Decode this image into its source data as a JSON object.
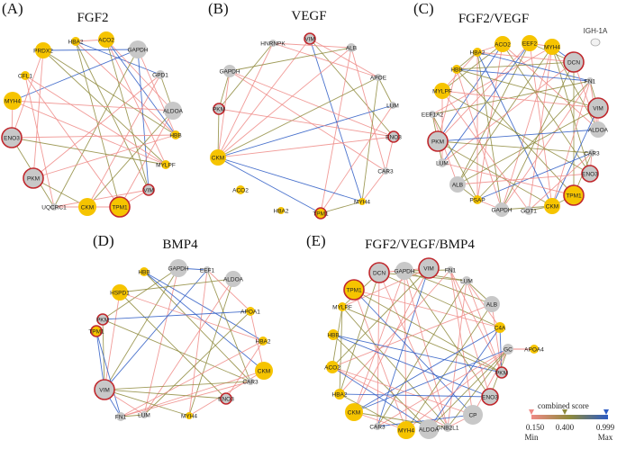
{
  "panels": [
    {
      "label": "(A)",
      "title": "FGF2",
      "nodes": [
        {
          "name": "HBA2",
          "color": "y",
          "border": false,
          "r": 5
        },
        {
          "name": "ACO2",
          "color": "y",
          "border": false,
          "r": 9
        },
        {
          "name": "GAPDH",
          "color": "g",
          "border": false,
          "r": 10
        },
        {
          "name": "PRDX2",
          "color": "y",
          "border": false,
          "r": 9
        },
        {
          "name": "GPD1",
          "color": "g",
          "border": false,
          "r": 5
        },
        {
          "name": "CFL1",
          "color": "y",
          "border": false,
          "r": 5
        },
        {
          "name": "ALDOA",
          "color": "g",
          "border": false,
          "r": 10
        },
        {
          "name": "MYH4",
          "color": "y",
          "border": false,
          "r": 10
        },
        {
          "name": "HBB",
          "color": "y",
          "border": false,
          "r": 5
        },
        {
          "name": "ENO3",
          "color": "g",
          "border": true,
          "r": 11
        },
        {
          "name": "MYLPF",
          "color": "y",
          "border": false,
          "r": 5
        },
        {
          "name": "PKM",
          "color": "g",
          "border": true,
          "r": 11
        },
        {
          "name": "VIM",
          "color": "g",
          "border": true,
          "r": 6
        },
        {
          "name": "UQCRC1",
          "color": "g",
          "border": false,
          "r": 4
        },
        {
          "name": "CKM",
          "color": "y",
          "border": false,
          "r": 10
        },
        {
          "name": "TPM1",
          "color": "y",
          "border": true,
          "r": 11
        }
      ]
    },
    {
      "label": "(B)",
      "title": "VEGF",
      "nodes": [
        {
          "name": "VIM",
          "color": "g",
          "border": true,
          "r": 6
        },
        {
          "name": "HNRNPK",
          "color": "g",
          "border": false,
          "r": 4
        },
        {
          "name": "ALB",
          "color": "g",
          "border": false,
          "r": 5
        },
        {
          "name": "GAPDH",
          "color": "g",
          "border": false,
          "r": 7
        },
        {
          "name": "APOE",
          "color": "g",
          "border": false,
          "r": 4
        },
        {
          "name": "LUM",
          "color": "g",
          "border": false,
          "r": 4
        },
        {
          "name": "PKM",
          "color": "g",
          "border": true,
          "r": 6
        },
        {
          "name": "ENO3",
          "color": "g",
          "border": true,
          "r": 6
        },
        {
          "name": "CKM",
          "color": "y",
          "border": false,
          "r": 9
        },
        {
          "name": "CAR3",
          "color": "g",
          "border": false,
          "r": 4
        },
        {
          "name": "ACO2",
          "color": "y",
          "border": false,
          "r": 5
        },
        {
          "name": "MYH4",
          "color": "y",
          "border": false,
          "r": 4
        },
        {
          "name": "HBA2",
          "color": "y",
          "border": false,
          "r": 4
        },
        {
          "name": "TPM1",
          "color": "y",
          "border": true,
          "r": 6
        }
      ]
    },
    {
      "label": "(C)",
      "title": "FGF2/VEGF",
      "nodes": [
        {
          "name": "ACO2",
          "color": "y",
          "border": false,
          "r": 9
        },
        {
          "name": "EEF2",
          "color": "y",
          "border": false,
          "r": 9
        },
        {
          "name": "MYH4",
          "color": "y",
          "border": false,
          "r": 9
        },
        {
          "name": "HBA2",
          "color": "y",
          "border": false,
          "r": 5
        },
        {
          "name": "DCN",
          "color": "g",
          "border": true,
          "r": 11
        },
        {
          "name": "HBB",
          "color": "y",
          "border": false,
          "r": 5
        },
        {
          "name": "FN1",
          "color": "g",
          "border": false,
          "r": 4
        },
        {
          "name": "MYLPF",
          "color": "y",
          "border": false,
          "r": 9
        },
        {
          "name": "VIM",
          "color": "g",
          "border": true,
          "r": 11
        },
        {
          "name": "EEF1A2",
          "color": "g",
          "border": false,
          "r": 4
        },
        {
          "name": "ALDOA",
          "color": "g",
          "border": false,
          "r": 9
        },
        {
          "name": "PKM",
          "color": "g",
          "border": true,
          "r": 11
        },
        {
          "name": "CAR3",
          "color": "g",
          "border": false,
          "r": 4
        },
        {
          "name": "LUM",
          "color": "g",
          "border": false,
          "r": 5
        },
        {
          "name": "ENO3",
          "color": "g",
          "border": true,
          "r": 9
        },
        {
          "name": "ALB",
          "color": "g",
          "border": false,
          "r": 9
        },
        {
          "name": "TPM1",
          "color": "y",
          "border": true,
          "r": 11
        },
        {
          "name": "CKM",
          "color": "y",
          "border": false,
          "r": 9
        },
        {
          "name": "PSAP",
          "color": "y",
          "border": false,
          "r": 5
        },
        {
          "name": "GAPDH",
          "color": "g",
          "border": false,
          "r": 8
        },
        {
          "name": "GOT1",
          "color": "g",
          "border": false,
          "r": 5
        }
      ],
      "extra_label": "IGH-1A"
    },
    {
      "label": "(D)",
      "title": "BMP4",
      "nodes": [
        {
          "name": "GAPDH",
          "color": "g",
          "border": false,
          "r": 10
        },
        {
          "name": "HBB",
          "color": "y",
          "border": false,
          "r": 5
        },
        {
          "name": "EEF1",
          "color": "g",
          "border": false,
          "r": 4
        },
        {
          "name": "ALDOA",
          "color": "g",
          "border": false,
          "r": 9
        },
        {
          "name": "HSPD1",
          "color": "y",
          "border": false,
          "r": 9
        },
        {
          "name": "APOA1",
          "color": "y",
          "border": false,
          "r": 5
        },
        {
          "name": "PKM",
          "color": "g",
          "border": true,
          "r": 6
        },
        {
          "name": "HBA2",
          "color": "y",
          "border": false,
          "r": 5
        },
        {
          "name": "TPM1",
          "color": "y",
          "border": true,
          "r": 6
        },
        {
          "name": "CKM",
          "color": "y",
          "border": false,
          "r": 10
        },
        {
          "name": "VIM",
          "color": "g",
          "border": true,
          "r": 11
        },
        {
          "name": "CAR3",
          "color": "g",
          "border": false,
          "r": 4
        },
        {
          "name": "FN1",
          "color": "g",
          "border": false,
          "r": 5
        },
        {
          "name": "ENO3",
          "color": "g",
          "border": true,
          "r": 6
        },
        {
          "name": "LUM",
          "color": "g",
          "border": false,
          "r": 4
        },
        {
          "name": "MYH4",
          "color": "y",
          "border": false,
          "r": 4
        }
      ]
    },
    {
      "label": "(E)",
      "title": "FGF2/VEGF/BMP4",
      "nodes": [
        {
          "name": "DCN",
          "color": "g",
          "border": true,
          "r": 11
        },
        {
          "name": "GAPDH",
          "color": "g",
          "border": false,
          "r": 10
        },
        {
          "name": "VIM",
          "color": "g",
          "border": true,
          "r": 11
        },
        {
          "name": "FN1",
          "color": "g",
          "border": false,
          "r": 4
        },
        {
          "name": "TPM1",
          "color": "y",
          "border": true,
          "r": 11
        },
        {
          "name": "LUM",
          "color": "g",
          "border": false,
          "r": 5
        },
        {
          "name": "MYLPF",
          "color": "y",
          "border": false,
          "r": 5
        },
        {
          "name": "ALB",
          "color": "g",
          "border": false,
          "r": 9
        },
        {
          "name": "HBB",
          "color": "y",
          "border": false,
          "r": 6
        },
        {
          "name": "C4A",
          "color": "y",
          "border": false,
          "r": 6
        },
        {
          "name": "GC",
          "color": "g",
          "border": false,
          "r": 6
        },
        {
          "name": "ACO2",
          "color": "y",
          "border": false,
          "r": 7
        },
        {
          "name": "PKM",
          "color": "g",
          "border": true,
          "r": 6
        },
        {
          "name": "HBA2",
          "color": "y",
          "border": false,
          "r": 6
        },
        {
          "name": "ENO3",
          "color": "g",
          "border": true,
          "r": 9
        },
        {
          "name": "CP",
          "color": "g",
          "border": false,
          "r": 11
        },
        {
          "name": "CKM",
          "color": "y",
          "border": false,
          "r": 10
        },
        {
          "name": "CAR3",
          "color": "g",
          "border": false,
          "r": 4
        },
        {
          "name": "MYH4",
          "color": "y",
          "border": false,
          "r": 10
        },
        {
          "name": "ALDOA",
          "color": "g",
          "border": false,
          "r": 11
        },
        {
          "name": "GNB2L1",
          "color": "g",
          "border": false,
          "r": 5
        }
      ],
      "satellite": {
        "name": "APOA4",
        "color": "y",
        "r": 5
      }
    }
  ],
  "legend": {
    "title": "combined score",
    "values": [
      "0.150",
      "0.400",
      "0.999"
    ],
    "ends": [
      "Min",
      "Max"
    ]
  },
  "colors": {
    "yellow": "#f6c400",
    "gray": "#c8c8c8",
    "ring": "#c0282d",
    "edge_low": "#ef8a86",
    "edge_mid": "#8e8a3c",
    "edge_high": "#2c5bc4"
  }
}
